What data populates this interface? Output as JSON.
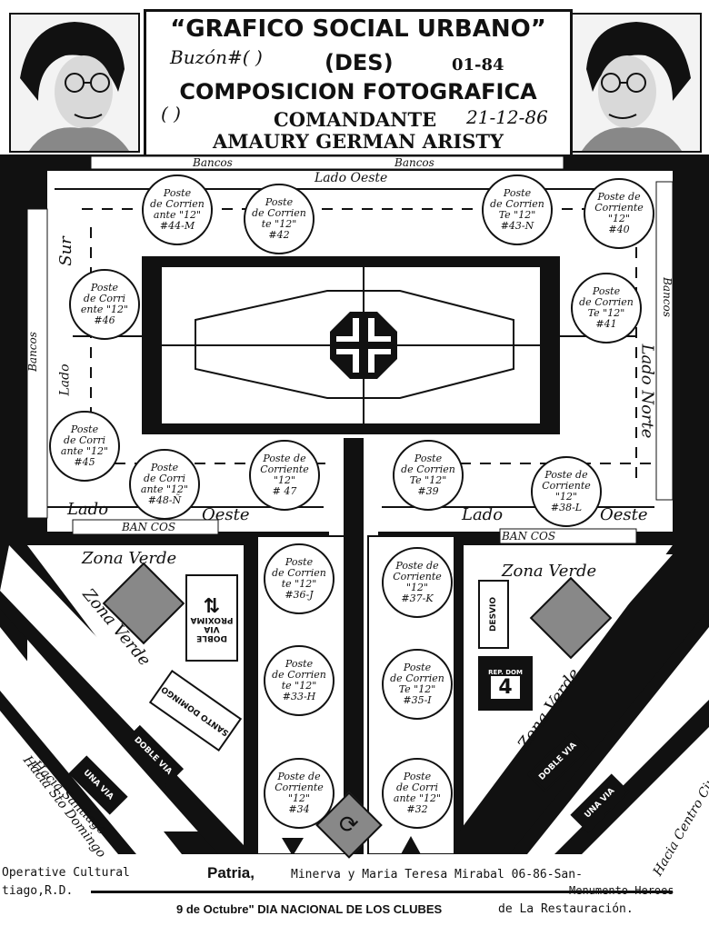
{
  "header": {
    "title": "“GRAFICO SOCIAL URBANO”",
    "buzon": "Buzón#(   )",
    "des": "(DES)",
    "code": "01-84",
    "composicion": "COMPOSICION FOTOGRAFICA",
    "parens": "(   )",
    "comandante": "COMANDANTE",
    "date": "21-12-86",
    "name": "AMAURY GERMAN ARISTY"
  },
  "labels": {
    "bancos_top_left": "Bancos",
    "bancos_top_right": "Bancos",
    "lado_oeste_top": "Lado Oeste",
    "sur": "Sur",
    "bancos_left": "Bancos",
    "lado_left": "Lado",
    "bancos_right": "Bancos",
    "lado_norte": "Lado Norte",
    "lado_oeste_bottom_left_1": "Lado",
    "lado_oeste_bottom_left_2": "Oeste",
    "lado_oeste_bottom_right_1": "Lado",
    "lado_oeste_bottom_right_2": "Oeste",
    "ban_cos_left": "BAN  COS",
    "ban_cos_right": "BAN  COS",
    "zona_verde_1": "Zona Verde",
    "zona_verde_2": "Zona Verde",
    "zona_verde_3": "Zona Verde",
    "zona_verde_4": "Zona Verde",
    "hacia_santiago": "Hacia Santiago",
    "hacia_sto_domingo": "Hacia Sto Domingo",
    "hacia_centro_ciudad": "Hacia Centro Ciudad Stgo"
  },
  "signs": {
    "doble_via_proxima": "DOBLE VIA PROXIMA",
    "santo_domingo": "SANTO DOMINGO",
    "doble_via_1": "DOBLE VIA",
    "una_via_1": "UNA VIA",
    "desvio": "DESVIO",
    "rep_dom": "REP. DOM",
    "route_number": "4",
    "doble_via_2": "DOBLE VIA",
    "una_via_2": "UNA VIA"
  },
  "postes": [
    {
      "id": "p44",
      "lines": [
        "Poste",
        "de Corrien",
        "ante \"12\"",
        "#44-M"
      ]
    },
    {
      "id": "p42",
      "lines": [
        "Poste",
        "de Corrien",
        "te \"12\"",
        "#42"
      ]
    },
    {
      "id": "p43",
      "lines": [
        "Poste",
        "de Corrien",
        "Te \"12\"",
        "#43-N"
      ]
    },
    {
      "id": "p40",
      "lines": [
        "Poste de",
        "Corriente",
        "\"12\"",
        "#40"
      ]
    },
    {
      "id": "p46",
      "lines": [
        "Poste",
        "de Corri",
        "ente \"12\"",
        "#46"
      ]
    },
    {
      "id": "p41",
      "lines": [
        "Poste",
        "de Corrien",
        "Te \"12\"",
        "#41"
      ]
    },
    {
      "id": "p45",
      "lines": [
        "Poste",
        "de Corri",
        "ante \"12\"",
        "#45"
      ]
    },
    {
      "id": "p48",
      "lines": [
        "Poste",
        "de Corri",
        "ante \"12\"",
        "#48-Ñ"
      ]
    },
    {
      "id": "p47",
      "lines": [
        "Poste de",
        "Corriente",
        "\"12\"",
        "# 47"
      ]
    },
    {
      "id": "p39",
      "lines": [
        "Poste",
        "de Corrien",
        "Te \"12\"",
        "#39"
      ]
    },
    {
      "id": "p38",
      "lines": [
        "Poste de",
        "Corriente",
        "\"12\"",
        "#38-L"
      ]
    },
    {
      "id": "p36",
      "lines": [
        "Poste",
        "de Corrien",
        "te \"12\"",
        "#36-J"
      ]
    },
    {
      "id": "p37",
      "lines": [
        "Poste de",
        "Corriente",
        "\"12\"",
        "#37-K"
      ]
    },
    {
      "id": "p33",
      "lines": [
        "Poste",
        "de Corrien",
        "te \"12\"",
        "#33-H"
      ]
    },
    {
      "id": "p35",
      "lines": [
        "Poste",
        "de Corrien",
        "Te \"12\"",
        "#35-I"
      ]
    },
    {
      "id": "p34",
      "lines": [
        "Poste de",
        "Corriente",
        "\"12\"",
        "#34"
      ]
    },
    {
      "id": "p32",
      "lines": [
        "Poste",
        "de Corri",
        "ante \"12\"",
        "#32"
      ]
    }
  ],
  "footer": {
    "line1_a": "Operative Cultural",
    "patria": "Patria,",
    "line1_b": "Minerva y Maria Teresa Mirabal 06-86-San-",
    "line2_a": "tiago,R.D.",
    "line2_b": "Menumento Heroes",
    "line3_a": "9 de Octubre\" DIA NACIONAL DE LOS CLUBES",
    "line3_b": "de La Restauración."
  }
}
